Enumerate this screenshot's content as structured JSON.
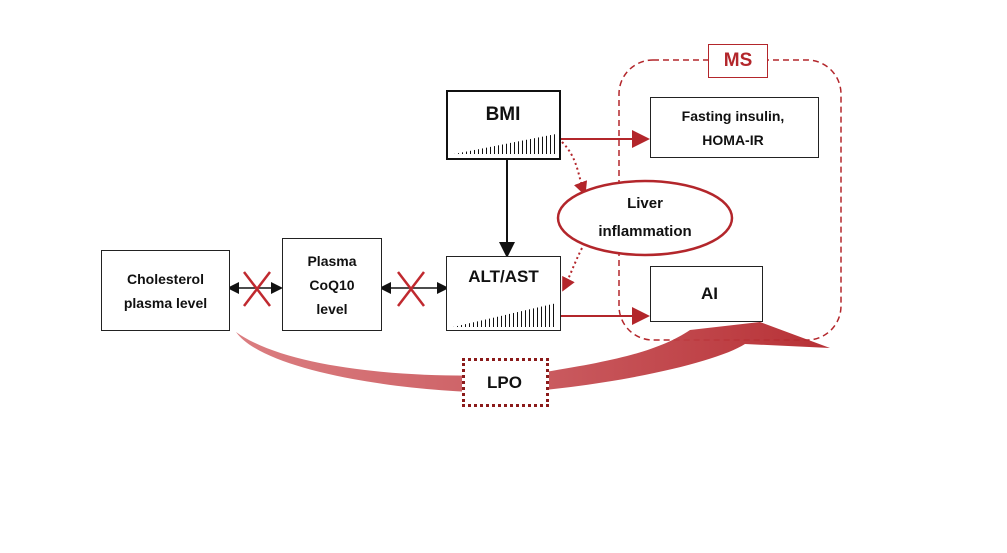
{
  "nodes": {
    "bmi": "BMI",
    "fasting": [
      "Fasting insulin,",
      "HOMA-IR"
    ],
    "liver": [
      "Liver",
      "inflammation"
    ],
    "alt_ast": "ALT/AST",
    "ai": "AI",
    "cholesterol": [
      "Cholesterol",
      "plasma level"
    ],
    "coq10": [
      "Plasma",
      "CoQ10",
      "level"
    ],
    "ms": "MS",
    "lpo": "LPO"
  },
  "colors": {
    "red": "#b3262b",
    "dark_red": "#8b1a1a",
    "arrow_black": "#111111"
  }
}
